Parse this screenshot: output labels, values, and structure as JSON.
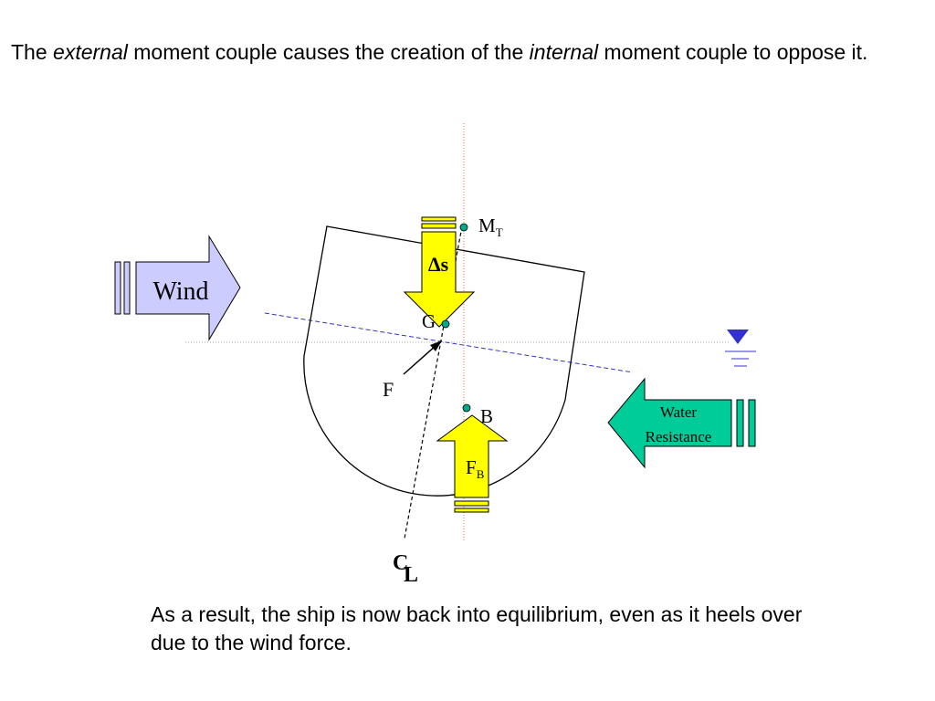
{
  "intro": {
    "part1": "The ",
    "em1": "external",
    "part2": " moment couple causes the creation of the ",
    "em2": "internal",
    "part3": " moment couple to oppose it."
  },
  "result_text": "As a result, the ship is now back into equilibrium, even as it heels over due to the wind force.",
  "diagram": {
    "wind_label": "Wind",
    "water_label_1": "Water",
    "water_label_2": "Resistance",
    "delta_s_symbol": "Δ",
    "delta_s_letter": "s",
    "g_label": "G",
    "f_label": "F",
    "b_label": "B",
    "mt_main": "M",
    "mt_sub": "T",
    "fb_main": "F",
    "fb_sub": "B",
    "cl_c": "C",
    "cl_l": "L",
    "colors": {
      "wind_fill": "#ccccff",
      "water_fill": "#00cc99",
      "force_fill": "#ffff00",
      "point_fill": "#00aa88",
      "waterline_symbol": "#3333cc",
      "vertical_line": "#ff6633",
      "heel_line": "#3333cc"
    }
  }
}
